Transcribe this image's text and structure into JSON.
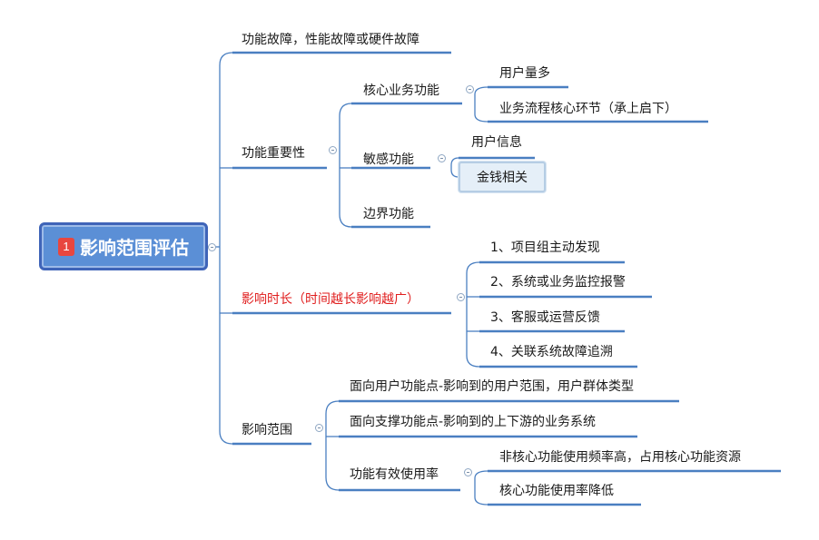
{
  "root": {
    "badge": "1",
    "title": "影响范围评估"
  },
  "branches": {
    "b1": {
      "label": "功能故障，性能故障或硬件故障"
    },
    "b2": {
      "label": "功能重要性",
      "children": {
        "core": {
          "label": "核心业务功能",
          "children": [
            "用户量多",
            "业务流程核心环节（承上启下）"
          ]
        },
        "sensitive": {
          "label": "敏感功能",
          "children": [
            "用户信息",
            "金钱相关"
          ]
        },
        "boundary": {
          "label": "边界功能"
        }
      }
    },
    "b3": {
      "label": "影响时长（时间越长影响越广）",
      "color": "#e01e1e",
      "children": [
        "1、项目组主动发现",
        "2、系统或业务监控报警",
        "3、客服或运营反馈",
        "4、关联系统故障追溯"
      ]
    },
    "b4": {
      "label": "影响范围",
      "children": {
        "user_point": {
          "label": "面向用户功能点-影响到的用户范围，用户群体类型"
        },
        "support_point": {
          "label": "面向支撑功能点-影响到的上下游的业务系统"
        },
        "usage": {
          "label": "功能有效使用率",
          "children": [
            "非核心功能使用频率高，占用核心功能资源",
            "核心功能使用率降低"
          ]
        }
      }
    }
  },
  "colors": {
    "line": "#4a7fc1",
    "accent": "#3f64b8"
  }
}
